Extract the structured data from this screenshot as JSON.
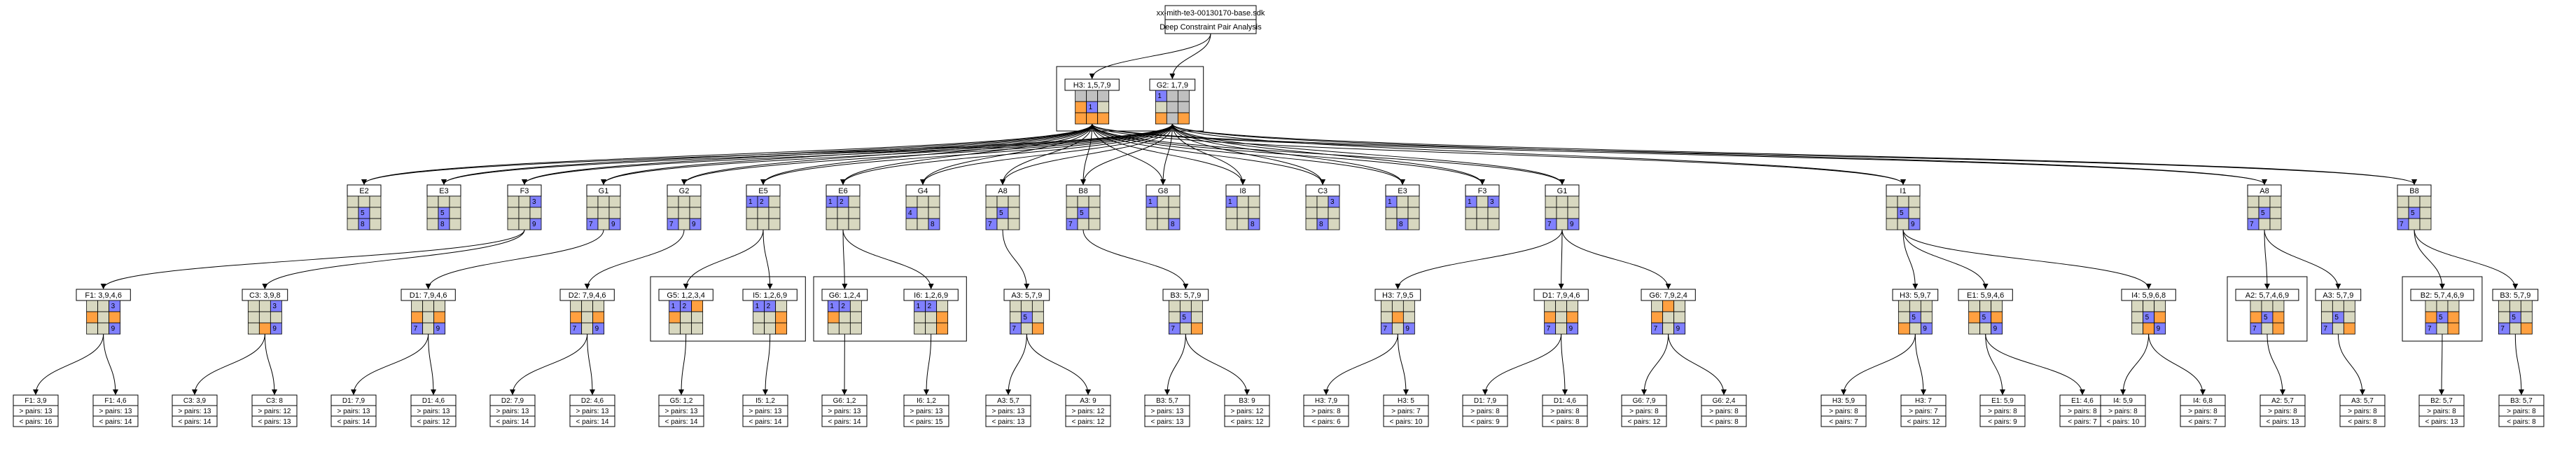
{
  "root": {
    "id": "root",
    "label": "xx-mith-te3-00130170-base.sdk",
    "subtitle": "Deep Constraint Pair Analysis"
  },
  "colors": {
    "neutral": "#d8d8c0",
    "blue": "#8080ff",
    "orange": "#ffa040",
    "gray": "#c0c0c0",
    "line": "#000000",
    "frame": "#000000"
  },
  "clusters": [
    {
      "members": [
        "H3_top",
        "G2_top"
      ]
    },
    {
      "members": [
        "G5",
        "I5"
      ]
    },
    {
      "members": [
        "G6",
        "I6"
      ]
    },
    {
      "members": [
        "A2",
        "A3"
      ]
    },
    {
      "members": [
        "B2",
        "B3"
      ]
    }
  ],
  "nodes": [
    {
      "id": "H3_top",
      "title": "H3: 1,5,7,9",
      "grid": {
        "1,1": "1",
        "2,0": ""
      },
      "fills": {
        "1,1": "blue",
        "0,1": "orange",
        "1,2": "orange",
        "0,2": "orange",
        "2,2": "orange",
        "0,0": "gray",
        "1,0": "gray",
        "2,0": "gray"
      }
    },
    {
      "id": "G2_top",
      "title": "G2: 1,7,9",
      "grid": {
        "0,0": "1"
      },
      "fills": {
        "0,0": "blue",
        "0,2": "orange",
        "2,2": "orange",
        "1,0": "gray",
        "2,0": "gray",
        "1,1": "gray",
        "2,1": "gray",
        "1,2": "gray"
      }
    },
    {
      "id": "E2",
      "title": "E2",
      "grid": {
        "1,1": "5",
        "1,2": "8"
      },
      "fills": {
        "1,1": "blue",
        "1,2": "blue"
      }
    },
    {
      "id": "E3a",
      "title": "E3",
      "grid": {
        "1,1": "5",
        "1,2": "8"
      },
      "fills": {
        "1,1": "blue",
        "1,2": "blue"
      }
    },
    {
      "id": "F3a",
      "title": "F3",
      "grid": {
        "2,0": "3",
        "2,2": "9"
      },
      "fills": {
        "2,0": "blue",
        "2,2": "blue"
      }
    },
    {
      "id": "G1a",
      "title": "G1",
      "grid": {
        "0,2": "7",
        "2,2": "9"
      },
      "fills": {
        "0,2": "blue",
        "2,2": "blue"
      }
    },
    {
      "id": "G2b",
      "title": "G2",
      "grid": {
        "0,2": "7",
        "2,2": "9"
      },
      "fills": {
        "0,2": "blue",
        "2,2": "blue"
      }
    },
    {
      "id": "E5",
      "title": "E5",
      "grid": {
        "0,0": "1",
        "1,0": "2"
      },
      "fills": {
        "0,0": "blue",
        "1,0": "blue"
      }
    },
    {
      "id": "E6",
      "title": "E6",
      "grid": {
        "0,0": "1",
        "1,0": "2"
      },
      "fills": {
        "0,0": "blue",
        "1,0": "blue"
      }
    },
    {
      "id": "G4",
      "title": "G4",
      "grid": {
        "0,1": "4",
        "2,2": "8"
      },
      "fills": {
        "0,1": "blue",
        "2,2": "blue"
      }
    },
    {
      "id": "A8a",
      "title": "A8",
      "grid": {
        "1,1": "5",
        "0,2": "7"
      },
      "fills": {
        "1,1": "blue",
        "0,2": "blue"
      }
    },
    {
      "id": "B8a",
      "title": "B8",
      "grid": {
        "1,1": "5",
        "0,2": "7"
      },
      "fills": {
        "1,1": "blue",
        "0,2": "blue"
      }
    },
    {
      "id": "G8",
      "title": "G8",
      "grid": {
        "0,0": "1",
        "2,2": "8"
      },
      "fills": {
        "0,0": "blue",
        "2,2": "blue"
      }
    },
    {
      "id": "I8",
      "title": "I8",
      "grid": {
        "0,0": "1",
        "2,2": "8"
      },
      "fills": {
        "0,0": "blue",
        "2,2": "blue"
      }
    },
    {
      "id": "C3",
      "title": "C3",
      "grid": {
        "2,0": "3",
        "1,2": "8"
      },
      "fills": {
        "2,0": "blue",
        "1,2": "blue"
      }
    },
    {
      "id": "E3b",
      "title": "E3",
      "grid": {
        "0,0": "1",
        "1,2": "8"
      },
      "fills": {
        "0,0": "blue",
        "1,2": "blue"
      }
    },
    {
      "id": "F3b",
      "title": "F3",
      "grid": {
        "0,0": "1",
        "2,0": "3"
      },
      "fills": {
        "0,0": "blue",
        "2,0": "blue"
      }
    },
    {
      "id": "G1b",
      "title": "G1",
      "grid": {
        "0,2": "7",
        "2,2": "9"
      },
      "fills": {
        "0,2": "blue",
        "2,2": "blue"
      }
    },
    {
      "id": "I1",
      "title": "I1",
      "grid": {
        "1,1": "5",
        "2,2": "9"
      },
      "fills": {
        "1,1": "blue",
        "2,2": "blue"
      }
    },
    {
      "id": "A8b",
      "title": "A8",
      "grid": {
        "1,1": "5",
        "0,2": "7"
      },
      "fills": {
        "1,1": "blue",
        "0,2": "blue"
      }
    },
    {
      "id": "B8b",
      "title": "B8",
      "grid": {
        "1,1": "5",
        "0,2": "7"
      },
      "fills": {
        "1,1": "blue",
        "0,2": "blue"
      }
    },
    {
      "id": "F1",
      "title": "F1: 3,9,4,6",
      "grid": {
        "2,0": "3",
        "2,2": "9"
      },
      "fills": {
        "2,0": "blue",
        "2,2": "blue",
        "0,1": "orange",
        "2,1": "orange"
      }
    },
    {
      "id": "C3b",
      "title": "C3: 3,9,8",
      "grid": {
        "2,0": "3",
        "2,2": "9"
      },
      "fills": {
        "2,0": "blue",
        "2,2": "blue",
        "1,2": "orange"
      }
    },
    {
      "id": "D1a",
      "title": "D1: 7,9,4,6",
      "grid": {
        "0,2": "7",
        "2,2": "9"
      },
      "fills": {
        "0,2": "blue",
        "2,2": "blue",
        "0,1": "orange",
        "2,1": "orange"
      }
    },
    {
      "id": "D2",
      "title": "D2: 7,9,4,6",
      "grid": {
        "0,2": "7",
        "2,2": "9"
      },
      "fills": {
        "0,2": "blue",
        "2,2": "blue",
        "0,1": "orange",
        "2,1": "orange"
      }
    },
    {
      "id": "G5",
      "title": "G5: 1,2,3,4",
      "grid": {
        "0,0": "1",
        "1,0": "2"
      },
      "fills": {
        "0,0": "blue",
        "1,0": "blue",
        "2,0": "orange",
        "0,1": "orange"
      }
    },
    {
      "id": "I5",
      "title": "I5: 1,2,6,9",
      "grid": {
        "0,0": "1",
        "1,0": "2"
      },
      "fills": {
        "0,0": "blue",
        "1,0": "blue",
        "2,1": "orange",
        "2,2": "orange"
      }
    },
    {
      "id": "G6",
      "title": "G6: 1,2,4",
      "grid": {
        "0,0": "1",
        "1,0": "2"
      },
      "fills": {
        "0,0": "blue",
        "1,0": "blue",
        "0,1": "orange"
      }
    },
    {
      "id": "I6",
      "title": "I6: 1,2,6,9",
      "grid": {
        "0,0": "1",
        "1,0": "2"
      },
      "fills": {
        "0,0": "blue",
        "1,0": "blue",
        "2,1": "orange",
        "2,2": "orange"
      }
    },
    {
      "id": "A3a",
      "title": "A3: 5,7,9",
      "grid": {
        "1,1": "5",
        "0,2": "7"
      },
      "fills": {
        "1,1": "blue",
        "0,2": "blue",
        "2,2": "orange"
      }
    },
    {
      "id": "B3a",
      "title": "B3: 5,7,9",
      "grid": {
        "1,1": "5",
        "0,2": "7"
      },
      "fills": {
        "1,1": "blue",
        "0,2": "blue",
        "2,2": "orange"
      }
    },
    {
      "id": "H3b",
      "title": "H3: 7,9,5",
      "grid": {
        "0,2": "7",
        "2,2": "9"
      },
      "fills": {
        "0,2": "blue",
        "2,2": "blue",
        "1,1": "orange"
      }
    },
    {
      "id": "D1b",
      "title": "D1: 7,9,4,6",
      "grid": {
        "0,2": "7",
        "2,2": "9"
      },
      "fills": {
        "0,2": "blue",
        "2,2": "blue",
        "0,1": "orange",
        "2,1": "orange"
      }
    },
    {
      "id": "G6b",
      "title": "G6: 7,9,2,4",
      "grid": {
        "0,2": "7",
        "2,2": "9"
      },
      "fills": {
        "0,2": "blue",
        "2,2": "blue",
        "1,0": "orange",
        "0,1": "orange"
      }
    },
    {
      "id": "H3c",
      "title": "H3: 5,9,7",
      "grid": {
        "1,1": "5",
        "2,2": "9"
      },
      "fills": {
        "1,1": "blue",
        "2,2": "blue",
        "0,2": "orange"
      }
    },
    {
      "id": "E1",
      "title": "E1: 5,9,4,6",
      "grid": {
        "1,1": "5",
        "2,2": "9"
      },
      "fills": {
        "1,1": "blue",
        "2,2": "blue",
        "0,1": "orange",
        "2,1": "orange"
      }
    },
    {
      "id": "I4",
      "title": "I4: 5,9,6,8",
      "grid": {
        "1,1": "5",
        "2,2": "9"
      },
      "fills": {
        "1,1": "blue",
        "2,2": "blue",
        "2,1": "orange",
        "1,2": "orange"
      }
    },
    {
      "id": "A2",
      "title": "A2: 5,7,4,6,9",
      "grid": {
        "1,1": "5",
        "0,2": "7"
      },
      "fills": {
        "1,1": "blue",
        "0,2": "blue",
        "0,1": "orange",
        "2,1": "orange",
        "2,2": "orange"
      }
    },
    {
      "id": "A3b",
      "title": "A3: 5,7,9",
      "grid": {
        "1,1": "5",
        "0,2": "7"
      },
      "fills": {
        "1,1": "blue",
        "0,2": "blue",
        "2,2": "orange"
      }
    },
    {
      "id": "B2",
      "title": "B2: 5,7,4,6,9",
      "grid": {
        "1,1": "5",
        "0,2": "7"
      },
      "fills": {
        "1,1": "blue",
        "0,2": "blue",
        "0,1": "orange",
        "2,1": "orange",
        "2,2": "orange"
      }
    },
    {
      "id": "B3b",
      "title": "B3: 5,7,9",
      "grid": {
        "1,1": "5",
        "0,2": "7"
      },
      "fills": {
        "1,1": "blue",
        "0,2": "blue",
        "2,2": "orange"
      }
    }
  ],
  "leaves": [
    {
      "id": "L_F1_39",
      "title": "F1: 3,9",
      "lines": [
        "> pairs: 13",
        "< pairs: 16"
      ]
    },
    {
      "id": "L_F1_46",
      "title": "F1: 4,6",
      "lines": [
        "> pairs: 13",
        "< pairs: 14"
      ]
    },
    {
      "id": "L_C3_39",
      "title": "C3: 3,9",
      "lines": [
        "> pairs: 13",
        "< pairs: 14"
      ]
    },
    {
      "id": "L_C3_8",
      "title": "C3: 8",
      "lines": [
        "> pairs: 12",
        "< pairs: 13"
      ]
    },
    {
      "id": "L_D1_79",
      "title": "D1: 7,9",
      "lines": [
        "> pairs: 13",
        "< pairs: 14"
      ]
    },
    {
      "id": "L_D1_46",
      "title": "D1: 4,6",
      "lines": [
        "> pairs: 13",
        "< pairs: 12"
      ]
    },
    {
      "id": "L_D2_79",
      "title": "D2: 7,9",
      "lines": [
        "> pairs: 13",
        "< pairs: 14"
      ]
    },
    {
      "id": "L_D2_46",
      "title": "D2: 4,6",
      "lines": [
        "> pairs: 13",
        "< pairs: 14"
      ]
    },
    {
      "id": "L_G5_12",
      "title": "G5: 1,2",
      "lines": [
        "> pairs: 13",
        "< pairs: 14"
      ]
    },
    {
      "id": "L_I5_12",
      "title": "I5: 1,2",
      "lines": [
        "> pairs: 13",
        "< pairs: 14"
      ]
    },
    {
      "id": "L_G6_12",
      "title": "G6: 1,2",
      "lines": [
        "> pairs: 13",
        "< pairs: 14"
      ]
    },
    {
      "id": "L_I6_12",
      "title": "I6: 1,2",
      "lines": [
        "> pairs: 13",
        "< pairs: 15"
      ]
    },
    {
      "id": "L_A3_57",
      "title": "A3: 5,7",
      "lines": [
        "> pairs: 13",
        "< pairs: 13"
      ]
    },
    {
      "id": "L_A3_9",
      "title": "A3: 9",
      "lines": [
        "> pairs: 12",
        "< pairs: 12"
      ]
    },
    {
      "id": "L_B3_57",
      "title": "B3: 5,7",
      "lines": [
        "> pairs: 13",
        "< pairs: 13"
      ]
    },
    {
      "id": "L_B3_9",
      "title": "B3: 9",
      "lines": [
        "> pairs: 12",
        "< pairs: 12"
      ]
    },
    {
      "id": "L_H3_79",
      "title": "H3: 7,9",
      "lines": [
        "> pairs: 8",
        "< pairs: 6"
      ]
    },
    {
      "id": "L_H3_5",
      "title": "H3: 5",
      "lines": [
        "> pairs: 7",
        "< pairs: 10"
      ]
    },
    {
      "id": "L_D1b_79",
      "title": "D1: 7,9",
      "lines": [
        "> pairs: 8",
        "< pairs: 9"
      ]
    },
    {
      "id": "L_D1b_46",
      "title": "D1: 4,6",
      "lines": [
        "> pairs: 8",
        "< pairs: 8"
      ]
    },
    {
      "id": "L_G6_79",
      "title": "G6: 7,9",
      "lines": [
        "> pairs: 8",
        "< pairs: 12"
      ]
    },
    {
      "id": "L_G6_24",
      "title": "G6: 2,4",
      "lines": [
        "> pairs: 8",
        "< pairs: 8"
      ]
    },
    {
      "id": "L_H3_59",
      "title": "H3: 5,9",
      "lines": [
        "> pairs: 8",
        "< pairs: 7"
      ]
    },
    {
      "id": "L_H3_7",
      "title": "H3: 7",
      "lines": [
        "> pairs: 7",
        "< pairs: 12"
      ]
    },
    {
      "id": "L_E1_59",
      "title": "E1: 5,9",
      "lines": [
        "> pairs: 8",
        "< pairs: 9"
      ]
    },
    {
      "id": "L_E1_46",
      "title": "E1: 4,6",
      "lines": [
        "> pairs: 8",
        "< pairs: 7"
      ]
    },
    {
      "id": "L_I4_59",
      "title": "I4: 5,9",
      "lines": [
        "> pairs: 8",
        "< pairs: 10"
      ]
    },
    {
      "id": "L_I4_68",
      "title": "I4: 6,8",
      "lines": [
        "> pairs: 8",
        "< pairs: 7"
      ]
    },
    {
      "id": "L_A2_57",
      "title": "A2: 5,7",
      "lines": [
        "> pairs: 8",
        "< pairs: 13"
      ]
    },
    {
      "id": "L_A3b_57",
      "title": "A3: 5,7",
      "lines": [
        "> pairs: 8",
        "< pairs: 8"
      ]
    },
    {
      "id": "L_B2_57",
      "title": "B2: 5,7",
      "lines": [
        "> pairs: 8",
        "< pairs: 13"
      ]
    },
    {
      "id": "L_B3b_57",
      "title": "B3: 5,7",
      "lines": [
        "> pairs: 8",
        "< pairs: 8"
      ]
    }
  ],
  "edges": [
    [
      "root",
      "H3_top"
    ],
    [
      "root",
      "G2_top"
    ],
    [
      "H3_top",
      "E2"
    ],
    [
      "H3_top",
      "E3a"
    ],
    [
      "H3_top",
      "F3a"
    ],
    [
      "H3_top",
      "G1a"
    ],
    [
      "H3_top",
      "G2b"
    ],
    [
      "H3_top",
      "E5"
    ],
    [
      "H3_top",
      "E6"
    ],
    [
      "H3_top",
      "G4"
    ],
    [
      "H3_top",
      "A8a"
    ],
    [
      "H3_top",
      "B8a"
    ],
    [
      "H3_top",
      "G8"
    ],
    [
      "H3_top",
      "I8"
    ],
    [
      "H3_top",
      "C3"
    ],
    [
      "H3_top",
      "E3b"
    ],
    [
      "H3_top",
      "F3b"
    ],
    [
      "H3_top",
      "G1b"
    ],
    [
      "H3_top",
      "I1"
    ],
    [
      "H3_top",
      "A8b"
    ],
    [
      "H3_top",
      "B8b"
    ],
    [
      "G2_top",
      "E2"
    ],
    [
      "G2_top",
      "E3a"
    ],
    [
      "G2_top",
      "F3a"
    ],
    [
      "G2_top",
      "G1a"
    ],
    [
      "G2_top",
      "G2b"
    ],
    [
      "G2_top",
      "E5"
    ],
    [
      "G2_top",
      "E6"
    ],
    [
      "G2_top",
      "G4"
    ],
    [
      "G2_top",
      "A8a"
    ],
    [
      "G2_top",
      "B8a"
    ],
    [
      "G2_top",
      "G8"
    ],
    [
      "G2_top",
      "I8"
    ],
    [
      "G2_top",
      "C3"
    ],
    [
      "G2_top",
      "E3b"
    ],
    [
      "G2_top",
      "F3b"
    ],
    [
      "G2_top",
      "G1b"
    ],
    [
      "G2_top",
      "I1"
    ],
    [
      "G2_top",
      "A8b"
    ],
    [
      "G2_top",
      "B8b"
    ],
    [
      "F3a",
      "F1"
    ],
    [
      "F3a",
      "C3b"
    ],
    [
      "G1a",
      "D1a"
    ],
    [
      "G2b",
      "D2"
    ],
    [
      "E5",
      "G5"
    ],
    [
      "E5",
      "I5"
    ],
    [
      "E6",
      "G6"
    ],
    [
      "E6",
      "I6"
    ],
    [
      "A8a",
      "A3a"
    ],
    [
      "B8a",
      "B3a"
    ],
    [
      "G1b",
      "H3b"
    ],
    [
      "G1b",
      "D1b"
    ],
    [
      "G1b",
      "G6b"
    ],
    [
      "I1",
      "H3c"
    ],
    [
      "I1",
      "E1"
    ],
    [
      "I1",
      "I4"
    ],
    [
      "A8b",
      "A2"
    ],
    [
      "A8b",
      "A3b"
    ],
    [
      "B8b",
      "B2"
    ],
    [
      "B8b",
      "B3b"
    ],
    [
      "F1",
      "L_F1_39"
    ],
    [
      "F1",
      "L_F1_46"
    ],
    [
      "C3b",
      "L_C3_39"
    ],
    [
      "C3b",
      "L_C3_8"
    ],
    [
      "D1a",
      "L_D1_79"
    ],
    [
      "D1a",
      "L_D1_46"
    ],
    [
      "D2",
      "L_D2_79"
    ],
    [
      "D2",
      "L_D2_46"
    ],
    [
      "G5",
      "L_G5_12"
    ],
    [
      "I5",
      "L_I5_12"
    ],
    [
      "G6",
      "L_G6_12"
    ],
    [
      "I6",
      "L_I6_12"
    ],
    [
      "A3a",
      "L_A3_57"
    ],
    [
      "A3a",
      "L_A3_9"
    ],
    [
      "B3a",
      "L_B3_57"
    ],
    [
      "B3a",
      "L_B3_9"
    ],
    [
      "H3b",
      "L_H3_79"
    ],
    [
      "H3b",
      "L_H3_5"
    ],
    [
      "D1b",
      "L_D1b_79"
    ],
    [
      "D1b",
      "L_D1b_46"
    ],
    [
      "G6b",
      "L_G6_79"
    ],
    [
      "G6b",
      "L_G6_24"
    ],
    [
      "H3c",
      "L_H3_59"
    ],
    [
      "H3c",
      "L_H3_7"
    ],
    [
      "E1",
      "L_E1_59"
    ],
    [
      "E1",
      "L_E1_46"
    ],
    [
      "I4",
      "L_I4_59"
    ],
    [
      "I4",
      "L_I4_68"
    ],
    [
      "A2",
      "L_A2_57"
    ],
    [
      "A3b",
      "L_A3b_57"
    ],
    [
      "B2",
      "L_B2_57"
    ],
    [
      "B3b",
      "L_B3b_57"
    ]
  ]
}
